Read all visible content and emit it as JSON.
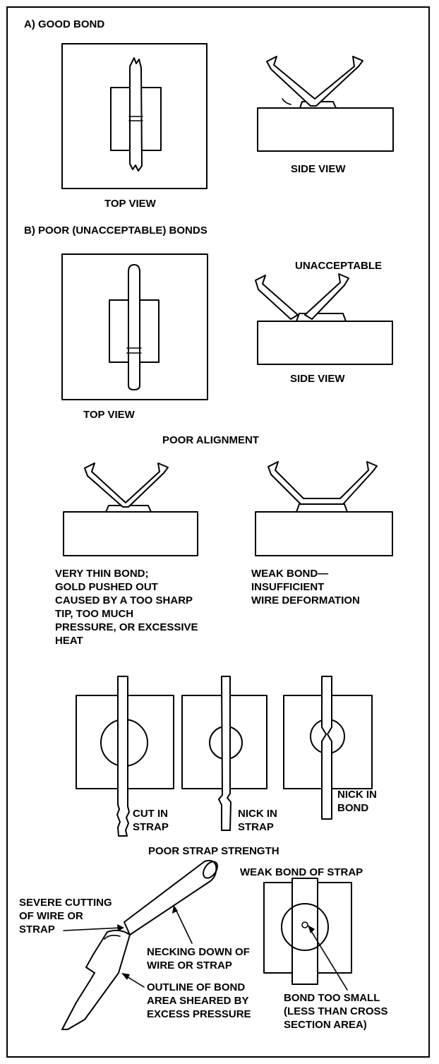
{
  "sections": {
    "good_bond": {
      "heading": "A) GOOD BOND",
      "top_view_label": "TOP VIEW",
      "side_view_label": "SIDE VIEW"
    },
    "poor_bonds": {
      "heading": "B) POOR (UNACCEPTABLE) BONDS",
      "unacceptable_label": "UNACCEPTABLE",
      "top_view_label": "TOP VIEW",
      "side_view_label": "SIDE VIEW",
      "alignment_caption": "POOR ALIGNMENT"
    },
    "thin_bond": {
      "caption_lines": [
        "VERY THIN BOND;",
        "GOLD PUSHED OUT",
        "CAUSED BY A TOO SHARP",
        "TIP, TOO MUCH",
        "PRESSURE, OR EXCESSIVE",
        "HEAT"
      ]
    },
    "weak_bond": {
      "caption_lines": [
        "WEAK BOND—",
        "INSUFFICIENT",
        "WIRE DEFORMATION"
      ]
    },
    "strap_strength": {
      "cut_lines": [
        "CUT IN",
        "STRAP"
      ],
      "nick_strap_lines": [
        "NICK IN",
        "STRAP"
      ],
      "nick_bond_lines": [
        "NICK IN",
        "BOND"
      ],
      "caption": "POOR STRAP STRENGTH"
    },
    "cutting": {
      "severe_lines": [
        "SEVERE CUTTING",
        "OF WIRE OR",
        "STRAP"
      ],
      "necking_lines": [
        "NECKING DOWN OF",
        "WIRE OR STRAP"
      ],
      "outline_lines": [
        "OUTLINE OF BOND",
        "AREA SHEARED BY",
        "EXCESS PRESSURE"
      ]
    },
    "weak_strap": {
      "heading": "WEAK BOND OF STRAP",
      "small_lines": [
        "BOND TOO SMALL",
        "(LESS THAN CROSS",
        "SECTION AREA)"
      ]
    }
  }
}
